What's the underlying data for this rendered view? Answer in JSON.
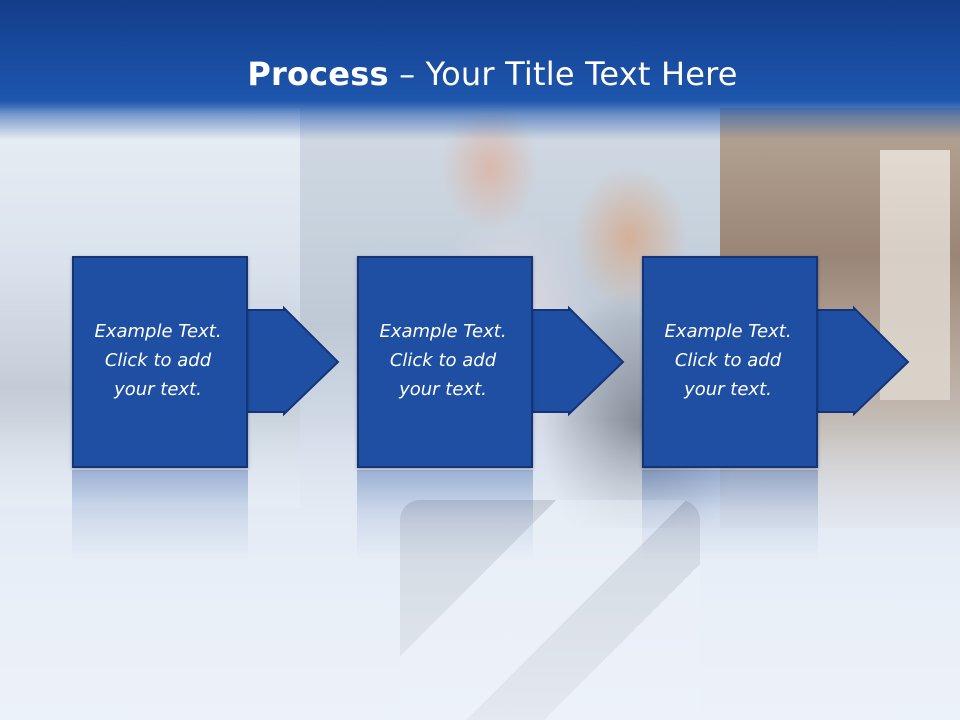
{
  "slide": {
    "title_strong": "Process",
    "title_rest": " – Your Title Text Here",
    "steps": [
      {
        "lines": [
          "Example Text.",
          "Click  to add",
          "your text."
        ]
      },
      {
        "lines": [
          "Example Text.",
          "Click  to add",
          "your text."
        ]
      },
      {
        "lines": [
          "Example Text.",
          "Click  to add",
          "your text."
        ]
      }
    ]
  },
  "colors": {
    "header_blue": "#184b9e",
    "step_fill": "#1f4fa2",
    "step_border": "#14347a",
    "text": "#ffffff"
  },
  "icons": {
    "step_arrow": "arrow-right-icon"
  }
}
